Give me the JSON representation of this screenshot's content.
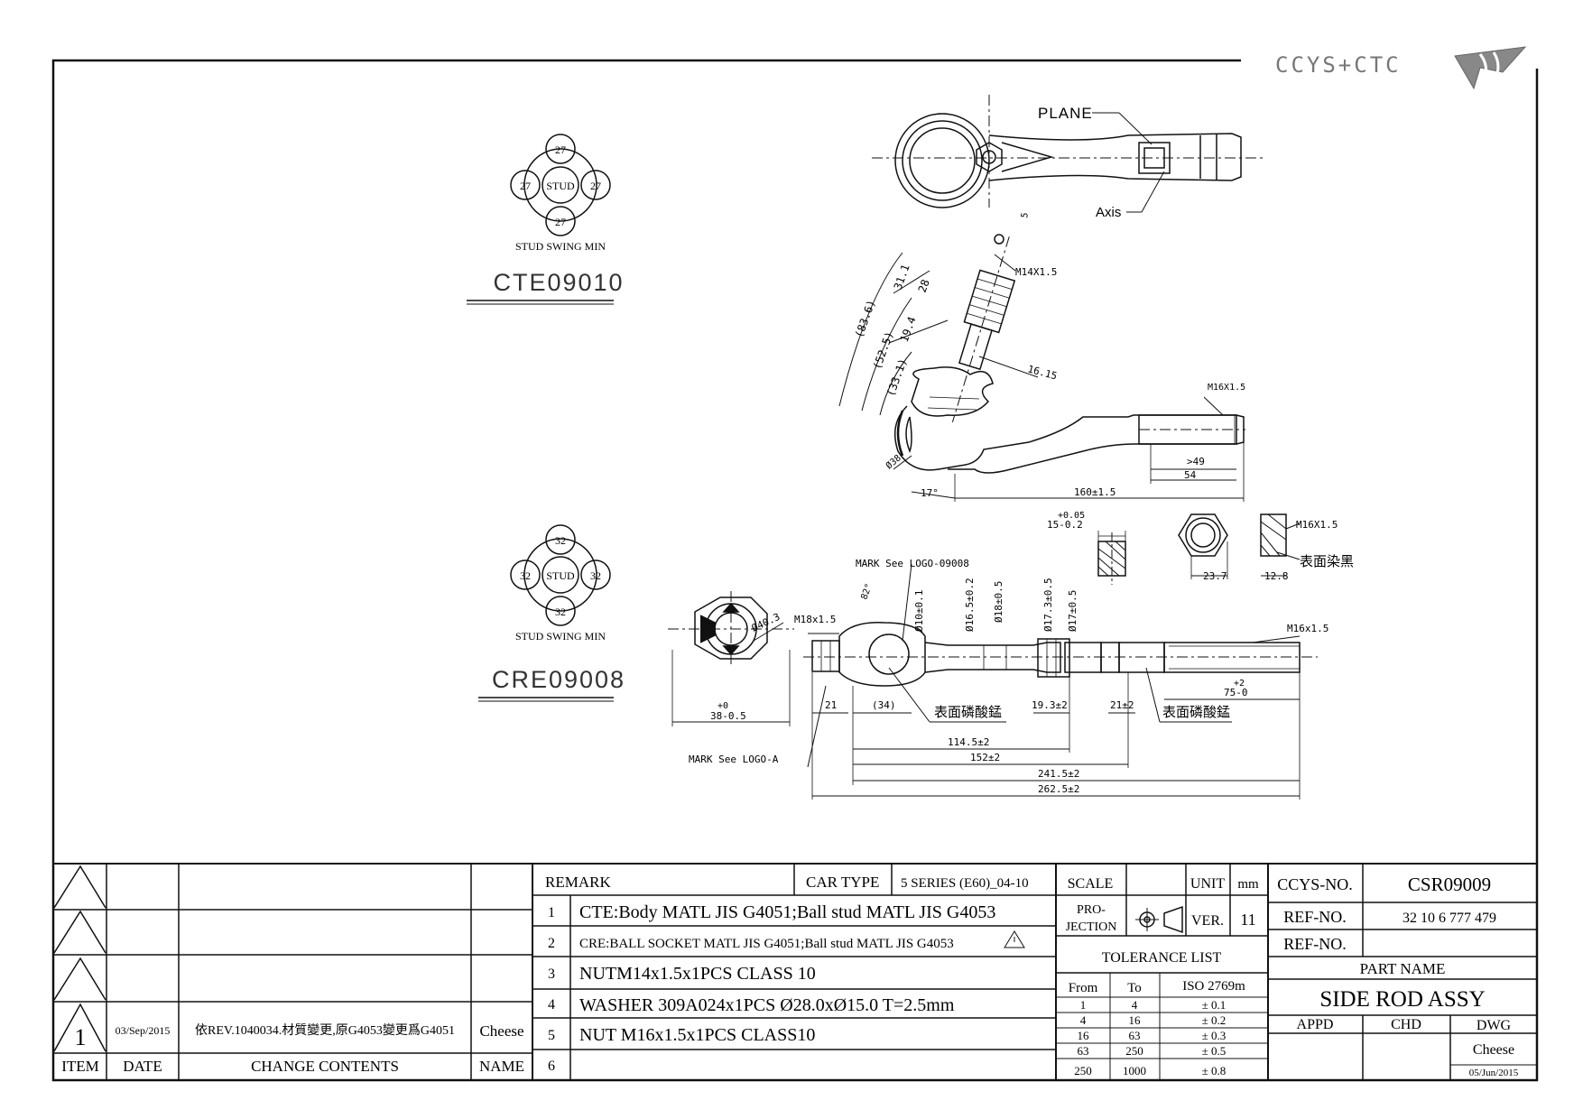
{
  "logo": {
    "text": "CCYS+CTC"
  },
  "stud_swing": [
    {
      "label": "STUD",
      "angles": [
        "27",
        "27",
        "27",
        "27"
      ],
      "caption": "STUD SWING MIN",
      "part_code": "CTE09010"
    },
    {
      "label": "STUD",
      "angles": [
        "32",
        "32",
        "32",
        "32"
      ],
      "caption": "STUD SWING MIN",
      "part_code": "CRE09008"
    }
  ],
  "cte_drawing": {
    "plane": "PLANE",
    "axis": "Axis",
    "dims": [
      "(83.6)",
      "(52.5)",
      "(33.1)",
      "31.1",
      "28",
      "19.4",
      "M14X1.5",
      "16.15",
      "M16X1.5",
      ">49",
      "54",
      "160±1.5",
      "17°",
      "Ø38",
      "5"
    ]
  },
  "cre_drawing": {
    "mark_top": "MARK See LOGO-09008",
    "mark_bottom": "MARK See LOGO-A",
    "dims": [
      "Ø40.3",
      "+0",
      "38-0.5",
      "M18x1.5",
      "82°",
      "Ø10±0.1",
      "Ø16.5±0.2",
      "Ø18±0.5",
      "Ø17.3±0.5",
      "Ø17±0.5",
      "M16x1.5",
      "+2",
      "75-0",
      "21",
      "(34)",
      "19.3±2",
      "21±2",
      "114.5±2",
      "152±2",
      "241.5±2",
      "262.5±2",
      "+0.05",
      "15-0.2",
      "23.7",
      "12.8",
      "M16X1.5"
    ],
    "phosphate_1": "表面磷酸錳",
    "phosphate_2": "表面磷酸錳",
    "black_dye": "表面染黑"
  },
  "title_block": {
    "rev_rows": [
      {
        "item": "",
        "date": "",
        "content": "",
        "name": ""
      },
      {
        "item": "",
        "date": "",
        "content": "",
        "name": ""
      },
      {
        "item": "",
        "date": "",
        "content": "",
        "name": ""
      },
      {
        "item": "1",
        "date": "03/Sep/2015",
        "content": "依REV.1040034.材質變更,原G4053變更爲G4051",
        "name": "Cheese"
      }
    ],
    "rev_header": {
      "item": "ITEM",
      "date": "DATE",
      "content": "CHANGE CONTENTS",
      "name": "NAME"
    },
    "remark_label": "REMARK",
    "car_type_label": "CAR TYPE",
    "car_type": "5 SERIES (E60)_04-10",
    "remarks": [
      {
        "no": "1",
        "text": "CTE:Body MATL JIS G4051;Ball stud MATL JIS G4053"
      },
      {
        "no": "2",
        "text": "CRE:BALL SOCKET MATL JIS G4051;Ball stud MATL JIS G4053"
      },
      {
        "no": "3",
        "text": "NUTM14x1.5x1PCS CLASS 10"
      },
      {
        "no": "4",
        "text": "WASHER 309A024x1PCS Ø28.0xØ15.0 T=2.5mm"
      },
      {
        "no": "5",
        "text": "NUT M16x1.5x1PCS CLASS10"
      },
      {
        "no": "6",
        "text": ""
      }
    ],
    "scale_label": "SCALE",
    "unit_label": "UNIT",
    "unit": "mm",
    "projection_l1": "PRO-",
    "projection_l2": "JECTION",
    "ver_label": "VER.",
    "ver": "11",
    "tolerance_title": "TOLERANCE LIST",
    "tol_head": {
      "from": "From",
      "to": "To",
      "std": "ISO 2769m"
    },
    "tolerances": [
      {
        "from": "1",
        "to": "4",
        "tol": "± 0.1"
      },
      {
        "from": "4",
        "to": "16",
        "tol": "± 0.2"
      },
      {
        "from": "16",
        "to": "63",
        "tol": "± 0.3"
      },
      {
        "from": "63",
        "to": "250",
        "tol": "± 0.5"
      },
      {
        "from": "250",
        "to": "1000",
        "tol": "± 0.8"
      }
    ],
    "ccys_no_label": "CCYS-NO.",
    "ccys_no": "CSR09009",
    "ref_no_label": "REF-NO.",
    "ref_no": "32 10 6 777 479",
    "ref_no2_label": "REF-NO.",
    "ref_no2": "",
    "part_name_label": "PART NAME",
    "part_name": "SIDE ROD ASSY",
    "appd_label": "APPD",
    "chd_label": "CHD",
    "dwg_label": "DWG",
    "dwg_name": "Cheese",
    "dwg_date": "05/Jun/2015"
  }
}
